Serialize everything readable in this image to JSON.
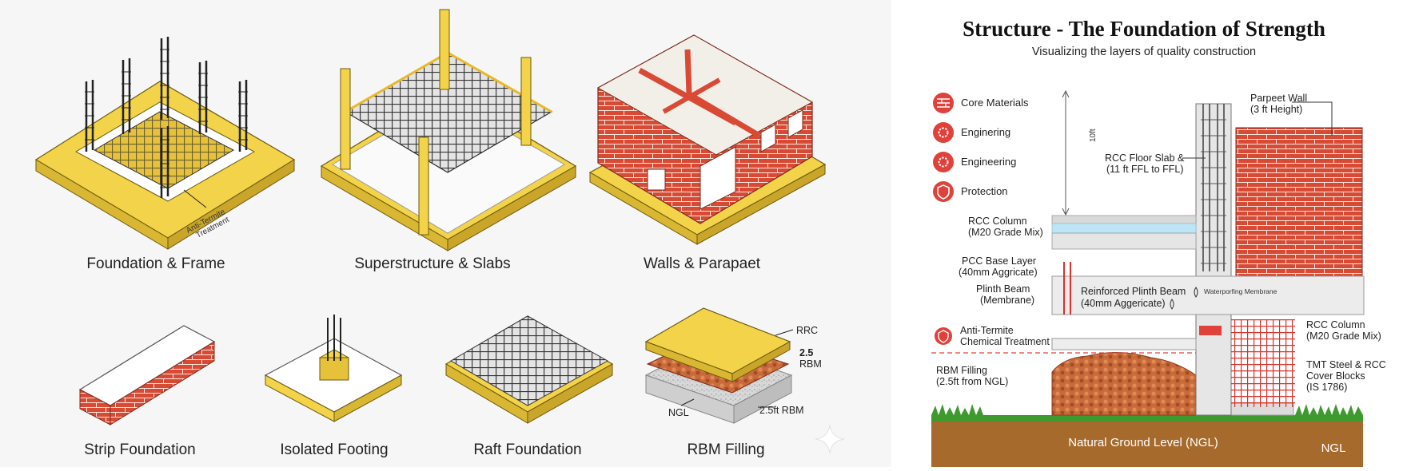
{
  "left": {
    "top_row": {
      "foundation_frame": "Foundation & Frame",
      "superstructure": "Superstructure & Slabs",
      "walls": "Walls & Parapaet"
    },
    "anti_termite_callout": [
      "Anti-Termite",
      "Treatment"
    ],
    "bottom_row": {
      "strip": "Strip Foundation",
      "isolated": "Isolated Footing",
      "raft": "Raft Foundation",
      "rbm": "RBM Filling"
    },
    "rbm_labels": {
      "rrc": "RRC",
      "rbm_2_5": "2.5",
      "rbm_word": "RBM",
      "ngl": "NGL",
      "rbm_2_5ft": "2.5ft RBM"
    }
  },
  "right": {
    "title": "Structure - The Foundation of Strength",
    "subtitle": "Visualizing the layers of quality construction",
    "legend": [
      {
        "label": "Core Materials",
        "icon": "brick-icon"
      },
      {
        "label": "Enginering",
        "icon": "gear-icon"
      },
      {
        "label": "Engineering",
        "icon": "gear-icon"
      },
      {
        "label": "Protection",
        "icon": "shield-icon"
      }
    ],
    "labels": {
      "height_mark": "10ft",
      "parapet": "Parpeet Wall",
      "parapet_sub": "(3 ft Height)",
      "slab": "RCC Floor Slab &",
      "slab_sub": "(11 ft FFL to FFL)",
      "rcc_col_left": "RCC Column",
      "rcc_col_left_sub": "(M20 Grade Mix)",
      "pcc": "PCC Base Layer",
      "pcc_sub": "(40mm Aggricate)",
      "plinth": "Plinth Beam",
      "plinth_sub": "(Membrane)",
      "reinforced": "Reinforced Plinth Beam",
      "reinforced_sub": "(40mm Aggericate)",
      "waterproofing": "Waterporfing Membrane",
      "rcc_col_right": "RCC Column",
      "rcc_col_right_sub": "(M20 Grade Mix)",
      "anti_termite": "Anti-Termite",
      "anti_termite_sub": "Chemical Treatment",
      "rbm": "RBM Filling",
      "rbm_sub": "(2.5ft from NGL)",
      "tmt": "TMT Steel & RCC",
      "tmt_2": "Cover Blocks",
      "tmt_3": "(IS 1786)",
      "ngl_full": "Natural Ground Level (NGL)",
      "ngl": "NGL"
    }
  },
  "colors": {
    "yellow": "#f3d34a",
    "brick": "#d94a35",
    "steel": "#2b2b2b",
    "grass": "#3e9a2e",
    "soil": "#a66a2c",
    "accent_red": "#e0413a"
  }
}
